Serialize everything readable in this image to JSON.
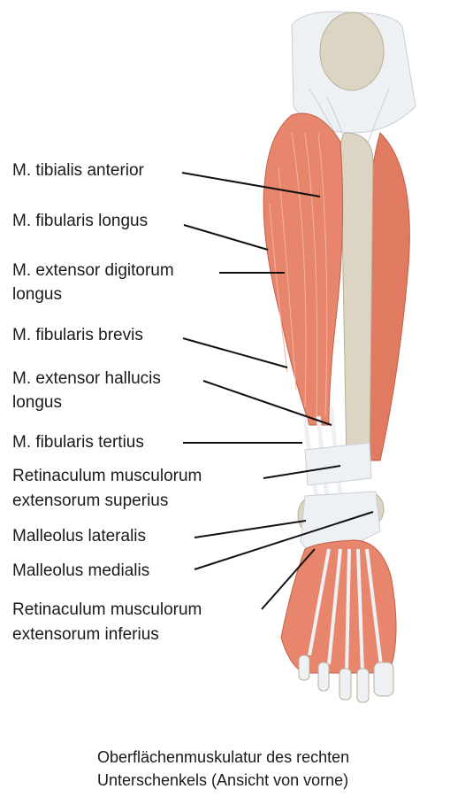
{
  "labels": {
    "tibialis_anterior": "M. tibialis anterior",
    "fibularis_longus": "M. fibularis longus",
    "ext_digitorum_1": "M. extensor digitorum",
    "ext_digitorum_2": "longus",
    "fibularis_brevis": "M. fibularis brevis",
    "ext_hallucis_1": "M. extensor hallucis",
    "ext_hallucis_2": "longus",
    "fibularis_tertius": "M. fibularis tertius",
    "retinaculum_sup_1": "Retinaculum musculorum",
    "retinaculum_sup_2": "extensorum superius",
    "malleolus_lateralis": "Malleolus lateralis",
    "malleolus_medialis": "Malleolus medialis",
    "retinaculum_inf_1": "Retinaculum musculorum",
    "retinaculum_inf_2": "extensorum inferius"
  },
  "caption": {
    "line1": "Oberflächenmuskulatur des rechten",
    "line2": "Unterschenkels (Ansicht von vorne)"
  },
  "colors": {
    "muscle": "#e8866d",
    "muscle_dark": "#d96a52",
    "tendon": "#eef1f4",
    "bone": "#ddd5c4",
    "leader_line": "#111111"
  }
}
